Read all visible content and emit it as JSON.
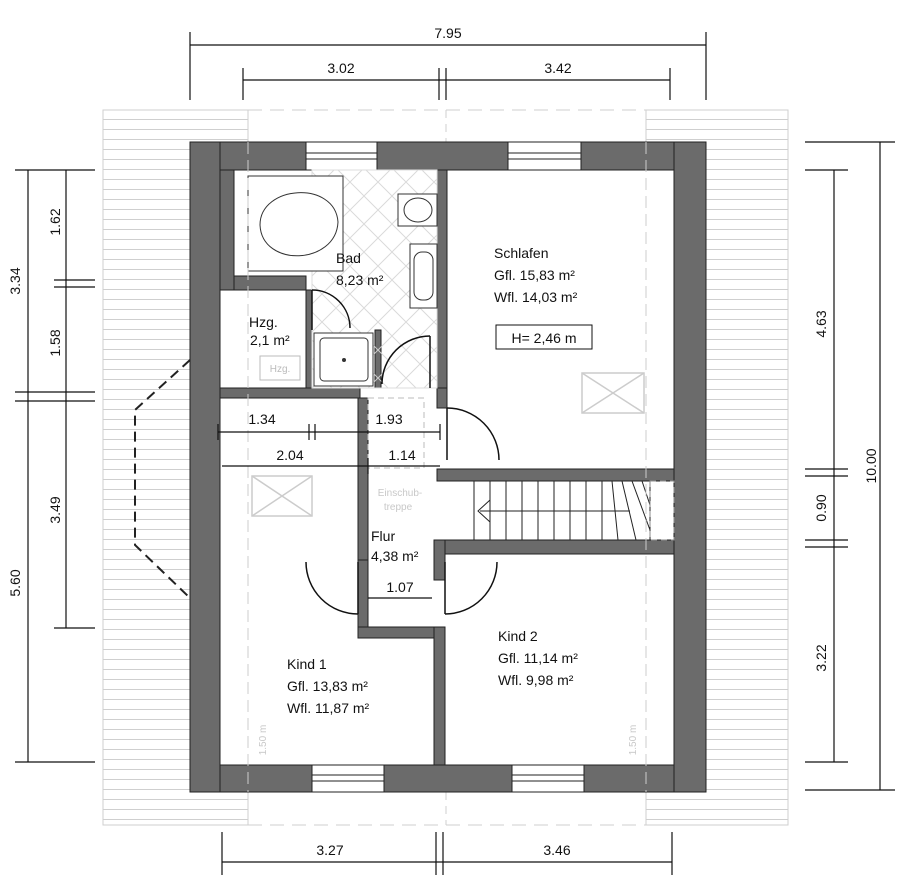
{
  "dimensions": {
    "top_total": "7.95",
    "top_left": "3.02",
    "top_right": "3.42",
    "bottom_left": "3.27",
    "bottom_right": "3.46",
    "left_outer_top": "3.34",
    "left_outer_bottom": "5.60",
    "left_inner_1": "1.62",
    "left_inner_2": "1.58",
    "left_inner_3": "3.49",
    "right_outer": "10.00",
    "right_inner_1": "4.63",
    "right_inner_2": "0.90",
    "right_inner_3": "3.22",
    "inner_1": "1.34",
    "inner_2": "1.93",
    "inner_3": "2.04",
    "inner_4": "1.14",
    "inner_5": "1.07"
  },
  "rooms": {
    "bad": {
      "name": "Bad",
      "area": "8,23 m²"
    },
    "hzg": {
      "name": "Hzg.",
      "area": "2,1 m²",
      "label": "Hzg."
    },
    "schlafen": {
      "name": "Schlafen",
      "gfl": "Gfl. 15,83 m²",
      "wfl": "Wfl. 14,03 m²",
      "height": "H= 2,46 m"
    },
    "flur": {
      "name": "Flur",
      "area": "4,38 m²"
    },
    "kind1": {
      "name": "Kind 1",
      "gfl": "Gfl. 13,83 m²",
      "wfl": "Wfl. 11,87 m²"
    },
    "kind2": {
      "name": "Kind 2",
      "gfl": "Gfl. 11,14 m²",
      "wfl": "Wfl. 9,98 m²"
    }
  },
  "labels": {
    "einschub_1": "Einschub-",
    "einschub_2": "treppe",
    "slope_left": "1.50 m",
    "slope_right": "1.50 m"
  }
}
